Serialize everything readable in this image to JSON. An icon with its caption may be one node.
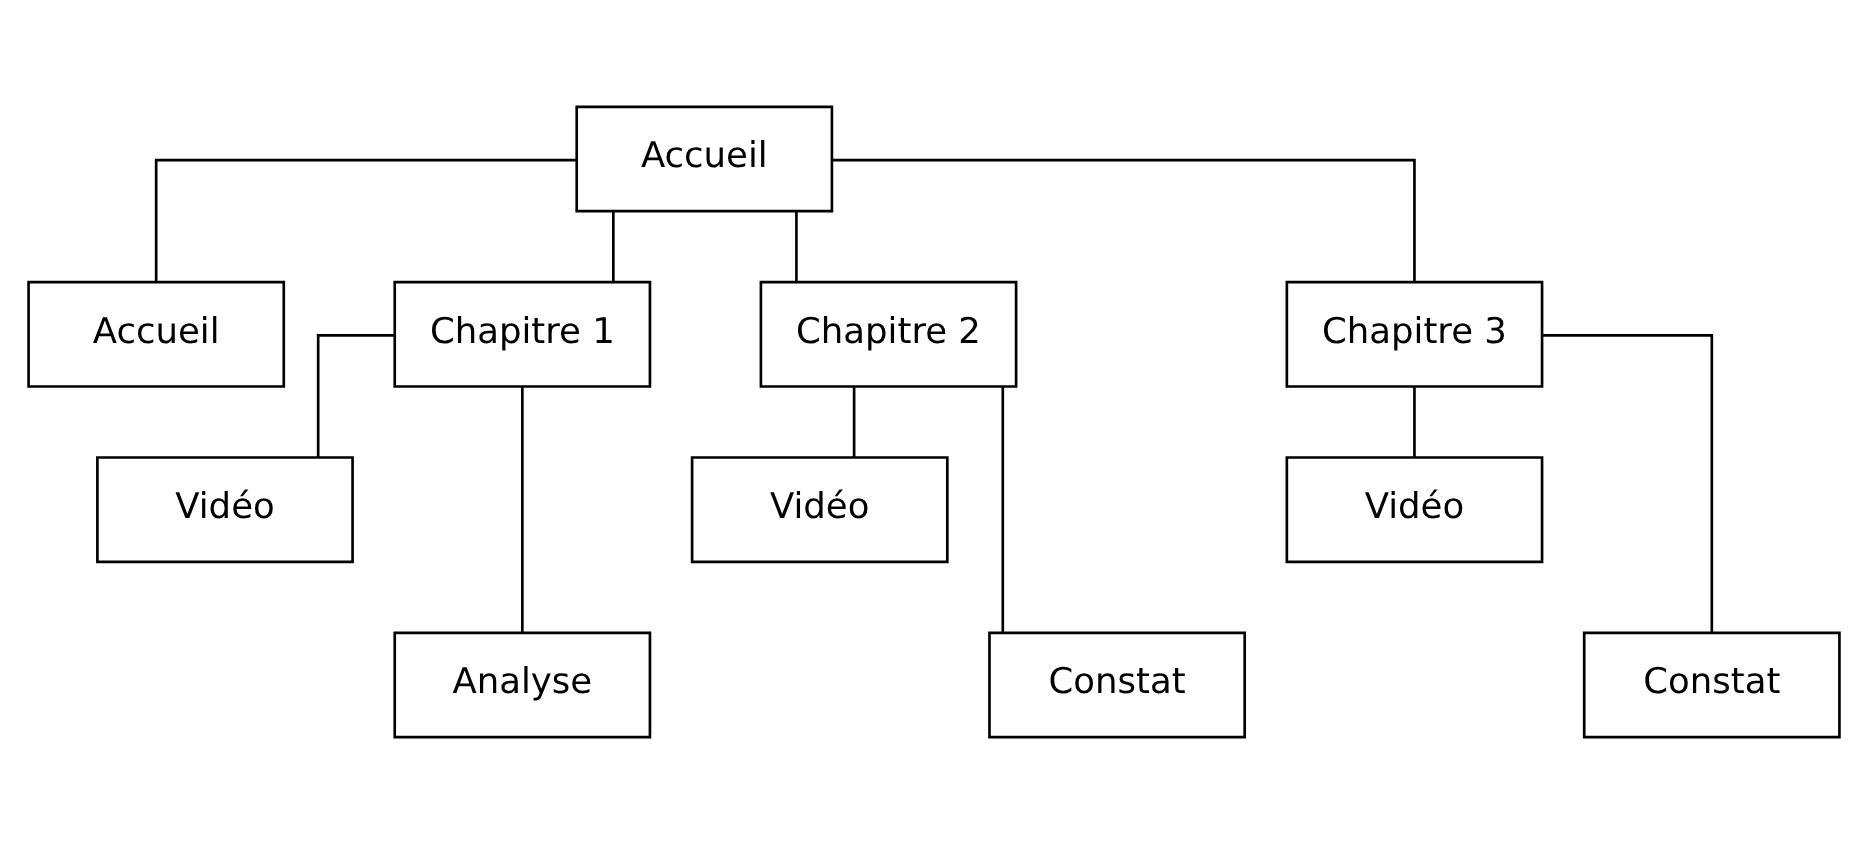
{
  "diagram": {
    "nodes": [
      {
        "text": [
          "Accueil"
        ]
      },
      {
        "text": [
          "Accueil"
        ]
      },
      {
        "text": [
          "Chapitre 1"
        ]
      },
      {
        "text": [
          "Chapitre 2"
        ]
      },
      {
        "text": [
          "Chapitre 3"
        ]
      },
      {
        "text": [
          "Vidéo"
        ]
      },
      {
        "text": [
          "Analyse"
        ]
      },
      {
        "text": [
          "Vidéo"
        ]
      },
      {
        "text": [
          "Constat"
        ]
      },
      {
        "text": [
          "Vidéo"
        ]
      },
      {
        "text": [
          "Constat"
        ]
      }
    ],
    "edges": [
      {
        "from": 0,
        "to": 1,
        "arrow": "none"
      },
      {
        "from": 0,
        "to": 2,
        "arrow": "none"
      },
      {
        "from": 0,
        "to": 3,
        "arrow": "none"
      },
      {
        "from": 0,
        "to": 4,
        "arrow": "none"
      },
      {
        "from": 2,
        "to": 5,
        "arrow": "none"
      },
      {
        "from": 2,
        "to": 6,
        "arrow": "none"
      },
      {
        "from": 3,
        "to": 7,
        "arrow": "none"
      },
      {
        "from": 3,
        "to": 8,
        "arrow": "none"
      },
      {
        "from": 4,
        "to": 9,
        "arrow": "none"
      },
      {
        "from": 4,
        "to": 10,
        "arrow": "none"
      }
    ]
  }
}
